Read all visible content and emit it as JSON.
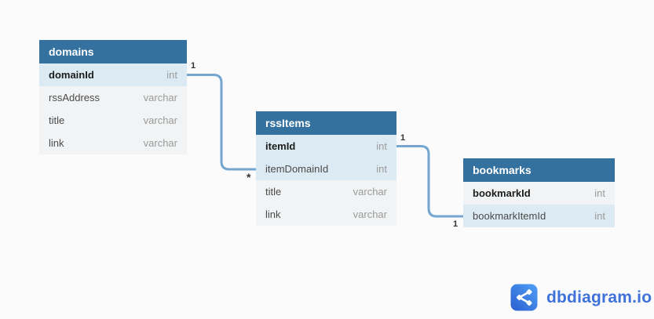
{
  "canvas": {
    "bg": "#fbfbfb"
  },
  "colors": {
    "canvas_bg": "#fbfbfb",
    "table_header_bg": "#35719E",
    "table_header_text": "#ffffff",
    "row_highlight_bg": "#DCEAF3",
    "row_default_bg": "#F1F3F4",
    "field_name_color": "#4A4A4A",
    "field_pk_color": "#1c1c1c",
    "field_type_color": "#9B9B9B",
    "connector_color": "#74A6CF",
    "cardinality_color": "#333333",
    "brand_text_color": "#3E72D9"
  },
  "tables": [
    {
      "name": "domains",
      "fields": [
        {
          "name": "domainId",
          "type": "int",
          "pk": true,
          "highlighted": true
        },
        {
          "name": "rssAddress",
          "type": "varchar",
          "pk": false,
          "highlighted": false
        },
        {
          "name": "title",
          "type": "varchar",
          "pk": false,
          "highlighted": false
        },
        {
          "name": "link",
          "type": "varchar",
          "pk": false,
          "highlighted": false
        }
      ]
    },
    {
      "name": "rssItems",
      "fields": [
        {
          "name": "itemId",
          "type": "int",
          "pk": true,
          "highlighted": true
        },
        {
          "name": "itemDomainId",
          "type": "int",
          "pk": false,
          "highlighted": true
        },
        {
          "name": "title",
          "type": "varchar",
          "pk": false,
          "highlighted": false
        },
        {
          "name": "link",
          "type": "varchar",
          "pk": false,
          "highlighted": false
        }
      ]
    },
    {
      "name": "bookmarks",
      "fields": [
        {
          "name": "bookmarkId",
          "type": "int",
          "pk": true,
          "highlighted": false
        },
        {
          "name": "bookmarkItemId",
          "type": "int",
          "pk": false,
          "highlighted": true
        }
      ]
    }
  ],
  "relationships": [
    {
      "from": "domains.domainId",
      "to": "rssItems.itemDomainId",
      "from_card": "1",
      "to_card": "*"
    },
    {
      "from": "rssItems.itemId",
      "to": "bookmarks.bookmarkItemId",
      "from_card": "1",
      "to_card": "1"
    }
  ],
  "branding": {
    "name": "dbdiagram.io"
  }
}
